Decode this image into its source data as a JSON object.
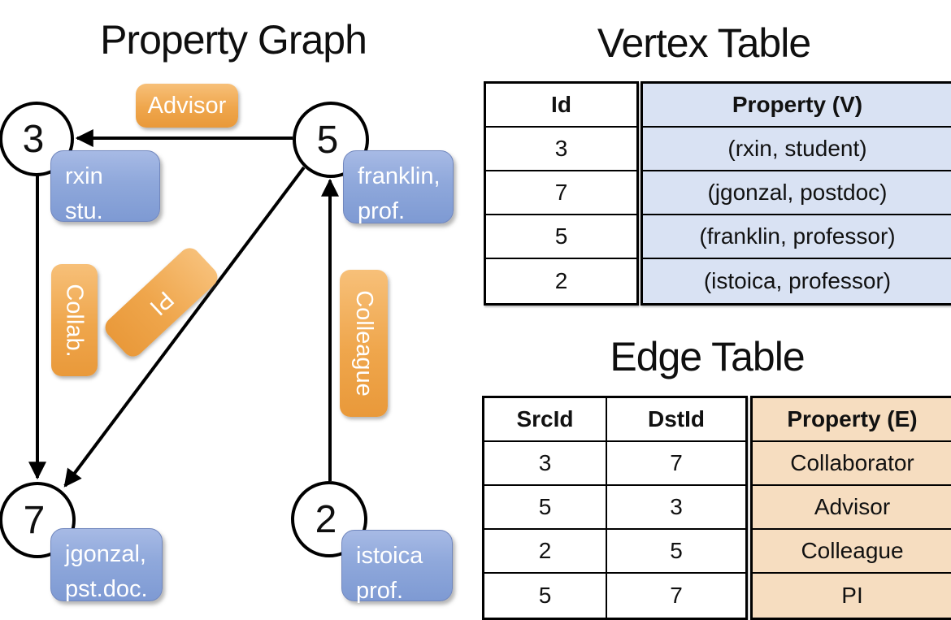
{
  "graph": {
    "title": "Property Graph",
    "nodes": [
      {
        "id": "3",
        "line1": "rxin",
        "line2": "stu."
      },
      {
        "id": "5",
        "line1": "franklin,",
        "line2": "prof."
      },
      {
        "id": "7",
        "line1": "jgonzal,",
        "line2": "pst.doc."
      },
      {
        "id": "2",
        "line1": "istoica",
        "line2": "prof."
      }
    ],
    "edge_labels": {
      "advisor": "Advisor",
      "collab": "Collab.",
      "pi": "PI",
      "colleague": "Colleague"
    }
  },
  "vertex_table": {
    "title": "Vertex Table",
    "headers": {
      "id": "Id",
      "property": "Property (V)"
    },
    "rows": [
      {
        "id": "3",
        "property": "(rxin, student)"
      },
      {
        "id": "7",
        "property": "(jgonzal, postdoc)"
      },
      {
        "id": "5",
        "property": "(franklin, professor)"
      },
      {
        "id": "2",
        "property": "(istoica, professor)"
      }
    ]
  },
  "edge_table": {
    "title": "Edge Table",
    "headers": {
      "src": "SrcId",
      "dst": "DstId",
      "property": "Property (E)"
    },
    "rows": [
      {
        "src": "3",
        "dst": "7",
        "property": "Collaborator"
      },
      {
        "src": "5",
        "dst": "3",
        "property": "Advisor"
      },
      {
        "src": "2",
        "dst": "5",
        "property": "Colleague"
      },
      {
        "src": "5",
        "dst": "7",
        "property": "PI"
      }
    ]
  },
  "colors": {
    "edge_label_orange": "#EFA64C",
    "vertex_box_blue": "#8FA8DB",
    "vertex_cell_blue": "#D9E2F3",
    "edge_cell_peach": "#F6DDC0",
    "line_black": "#000000"
  }
}
